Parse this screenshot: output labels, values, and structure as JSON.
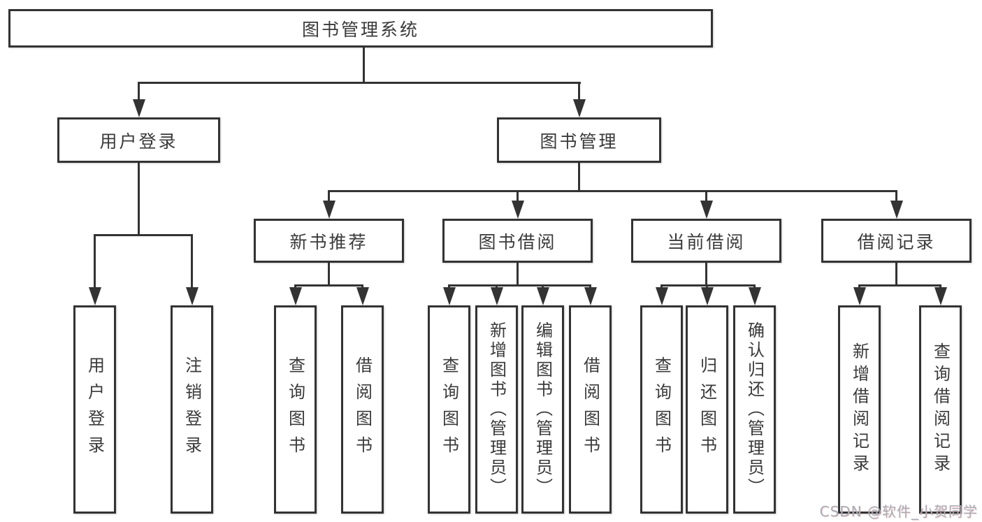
{
  "diagram": {
    "root": {
      "label": "图书管理系统"
    },
    "branches": [
      {
        "label": "用户登录",
        "children": [
          {
            "label": "用户登录"
          },
          {
            "label": "注销登录"
          }
        ]
      },
      {
        "label": "图书管理",
        "children": [
          {
            "label": "新书推荐",
            "children": [
              {
                "label": "查询图书"
              },
              {
                "label": "借阅图书"
              }
            ]
          },
          {
            "label": "图书借阅",
            "children": [
              {
                "label": "查询图书"
              },
              {
                "label": "新增图书（管理员）"
              },
              {
                "label": "编辑图书（管理员）"
              },
              {
                "label": "借阅图书"
              }
            ]
          },
          {
            "label": "当前借阅",
            "children": [
              {
                "label": "查询图书"
              },
              {
                "label": "归还图书"
              },
              {
                "label": "确认归还（管理员）"
              }
            ]
          },
          {
            "label": "借阅记录",
            "children": [
              {
                "label": "新增借阅记录"
              },
              {
                "label": "查询借阅记录"
              }
            ]
          }
        ]
      }
    ]
  },
  "watermark": {
    "text": "CSDN @软件_小贺同学"
  },
  "colors": {
    "line": "#333333",
    "text": "#3a3a3a",
    "background": "#ffffff",
    "watermark": "#a8adb6"
  }
}
